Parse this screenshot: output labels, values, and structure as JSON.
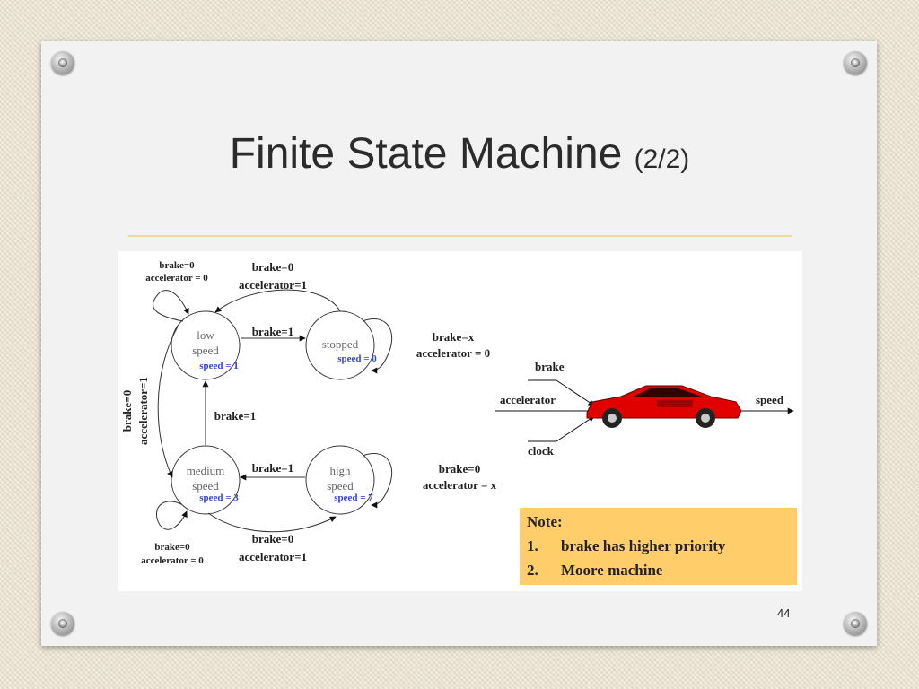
{
  "slide": {
    "title": "Finite State Machine",
    "title_suffix": "(2/2)",
    "page_number": "44"
  },
  "fsm": {
    "states": {
      "low": {
        "name_line1": "low",
        "name_line2": "speed",
        "output": "speed = 1"
      },
      "stopped": {
        "name": "stopped",
        "output": "speed = 0"
      },
      "medium": {
        "name_line1": "medium",
        "name_line2": "speed",
        "output": "speed = 3"
      },
      "high": {
        "name_line1": "high",
        "name_line2": "speed",
        "output": "speed = 7"
      }
    },
    "transitions": {
      "low_self_l1": "brake=0",
      "low_self_l2": "accelerator = 0",
      "stopped_to_low_l1": "brake=0",
      "stopped_to_low_l2": "accelerator=1",
      "low_to_stopped": "brake=1",
      "stopped_self_l1": "brake=x",
      "stopped_self_l2": "accelerator = 0",
      "low_to_medium_l1": "brake=0",
      "low_to_medium_l2": "accelerator=1",
      "medium_to_low": "brake=1",
      "high_to_medium": "brake=1",
      "high_self_l1": "brake=0",
      "high_self_l2": "accelerator = x",
      "medium_self_l1": "brake=0",
      "medium_self_l2": "accelerator = 0",
      "medium_to_high_l1": "brake=0",
      "medium_to_high_l2": "accelerator=1"
    }
  },
  "car": {
    "input_brake": "brake",
    "input_accelerator": "accelerator",
    "input_clock": "clock",
    "output": "speed",
    "body_color": "#e00000"
  },
  "note": {
    "heading": "Note:",
    "items": [
      {
        "num": "1.",
        "text": "brake has higher priority"
      },
      {
        "num": "2.",
        "text": "Moore machine"
      }
    ],
    "background": "#ffce6b"
  },
  "colors": {
    "accent_rule": "#f0d79a",
    "state_output": "#3344cc"
  }
}
